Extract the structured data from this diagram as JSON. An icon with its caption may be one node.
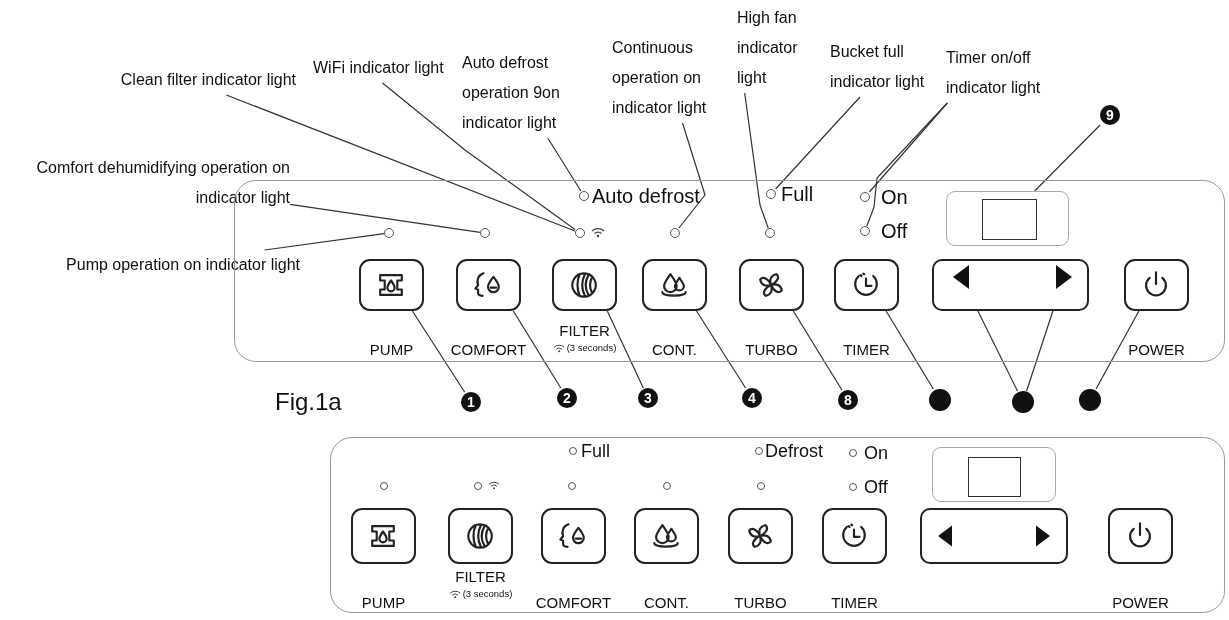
{
  "diagram": {
    "nodes": [
      {
        "text": [
          "Clean filter indicator light"
        ]
      },
      {
        "text": [
          "WiFi indicator light"
        ]
      },
      {
        "text": [
          "Auto defrost operation 9on indicator light"
        ]
      },
      {
        "text": [
          "Continuous operation on indicator light"
        ]
      },
      {
        "text": [
          "High fan indicator light"
        ]
      },
      {
        "text": [
          "Bucket full indicator light"
        ]
      },
      {
        "text": [
          "Timer on/off indicator light"
        ]
      },
      {
        "text": [
          "Comfort dehumidifying operation on indicator light"
        ]
      },
      {
        "text": [
          "Pump operation on indicator light"
        ]
      },
      {
        "text": [
          "9"
        ]
      },
      {
        "text": [],
        "shape": "box"
      },
      {
        "text": [],
        "shape": "circle",
        "in": 10,
        "beside": [
          "Auto defrost"
        ]
      },
      {
        "text": [],
        "shape": "circle",
        "in": 10,
        "beside": [
          "Full"
        ]
      },
      {
        "text": [],
        "shape": "circle",
        "in": 10,
        "beside": [
          "On"
        ]
      },
      {
        "text": [],
        "shape": "circle",
        "in": 10,
        "beside": [
          "Off"
        ]
      },
      {
        "text": [],
        "shape": "box",
        "in": 10
      },
      {
        "text": [],
        "shape": "circle",
        "in": 10
      },
      {
        "text": [],
        "shape": "circle",
        "in": 10
      },
      {
        "text": [],
        "shape": "circle",
        "in": 10
      },
      {
        "text": [],
        "shape": "circle",
        "in": 10
      },
      {
        "text": [],
        "shape": "circle",
        "in": 10
      },
      {
        "text": [
          "PUMP"
        ],
        "in": 10
      },
      {
        "text": [
          "COMFORT"
        ],
        "in": 10
      },
      {
        "text": [
          "FILTER",
          "(3 seconds)"
        ],
        "in": 10
      },
      {
        "text": [
          "CONT."
        ],
        "in": 10
      },
      {
        "text": [
          "TURBO"
        ],
        "in": 10
      },
      {
        "text": [
          "TIMER"
        ],
        "in": 10
      },
      {
        "text": [],
        "shape": "box",
        "in": 10
      },
      {
        "text": [],
        "shape": "triangle",
        "in": 27
      },
      {
        "text": [],
        "shape": "triangle",
        "in": 27
      },
      {
        "text": [
          "POWER"
        ],
        "in": 10
      },
      {
        "text": [
          "1"
        ]
      },
      {
        "text": [
          "2"
        ]
      },
      {
        "text": [
          "3"
        ]
      },
      {
        "text": [
          "4"
        ]
      },
      {
        "text": [
          "8"
        ]
      },
      {
        "text": [],
        "shape": "circle"
      },
      {
        "text": [],
        "shape": "circle"
      },
      {
        "text": [],
        "shape": "circle"
      },
      {
        "text": [],
        "shape": "box"
      },
      {
        "text": [],
        "shape": "circle",
        "in": 39,
        "beside": [
          "Full"
        ]
      },
      {
        "text": [],
        "shape": "circle",
        "in": 39,
        "beside": [
          "Defrost"
        ]
      },
      {
        "text": [],
        "shape": "circle",
        "in": 39,
        "beside": [
          "On"
        ]
      },
      {
        "text": [],
        "shape": "circle",
        "in": 39,
        "beside": [
          "Off"
        ]
      },
      {
        "text": [],
        "shape": "box",
        "in": 39
      },
      {
        "text": [],
        "shape": "circle",
        "in": 39
      },
      {
        "text": [],
        "shape": "circle",
        "in": 39
      },
      {
        "text": [],
        "shape": "circle",
        "in": 39
      },
      {
        "text": [],
        "shape": "circle",
        "in": 39
      },
      {
        "text": [],
        "shape": "circle",
        "in": 39
      },
      {
        "text": [
          "PUMP"
        ],
        "in": 39
      },
      {
        "text": [
          "FILTER",
          "(3 seconds)"
        ],
        "in": 39
      },
      {
        "text": [
          "COMFORT"
        ],
        "in": 39
      },
      {
        "text": [
          "CONT."
        ],
        "in": 39
      },
      {
        "text": [
          "TURBO"
        ],
        "in": 39
      },
      {
        "text": [
          "TIMER"
        ],
        "in": 39
      },
      {
        "text": [],
        "shape": "box",
        "in": 39
      },
      {
        "text": [
          "POWER"
        ],
        "in": 39
      }
    ],
    "edges": [
      {
        "from": 0,
        "to": 18,
        "arrow": "none"
      },
      {
        "from": 1,
        "to": 18,
        "arrow": "none"
      },
      {
        "from": 2,
        "to": 11,
        "arrow": "none"
      },
      {
        "from": 3,
        "to": 19,
        "arrow": "none"
      },
      {
        "from": 4,
        "to": 20,
        "arrow": "none"
      },
      {
        "from": 5,
        "to": 12,
        "arrow": "none"
      },
      {
        "from": 6,
        "to": 13,
        "arrow": "none"
      },
      {
        "from": 6,
        "to": 14,
        "arrow": "none"
      },
      {
        "from": 7,
        "to": 17,
        "arrow": "none"
      },
      {
        "from": 8,
        "to": 16,
        "arrow": "none"
      },
      {
        "from": 9,
        "to": 15,
        "arrow": "none"
      },
      {
        "from": 31,
        "to": 21,
        "arrow": "none"
      },
      {
        "from": 32,
        "to": 22,
        "arrow": "none"
      },
      {
        "from": 33,
        "to": 23,
        "arrow": "none"
      },
      {
        "from": 34,
        "to": 24,
        "arrow": "none"
      },
      {
        "from": 35,
        "to": 25,
        "arrow": "none"
      },
      {
        "from": 36,
        "to": 26,
        "arrow": "none"
      },
      {
        "from": 37,
        "to": 28,
        "arrow": "none"
      },
      {
        "from": 37,
        "to": 29,
        "arrow": "none"
      },
      {
        "from": 38,
        "to": 30,
        "arrow": "none"
      }
    ],
    "labels": [
      "Fig.1a"
    ]
  }
}
